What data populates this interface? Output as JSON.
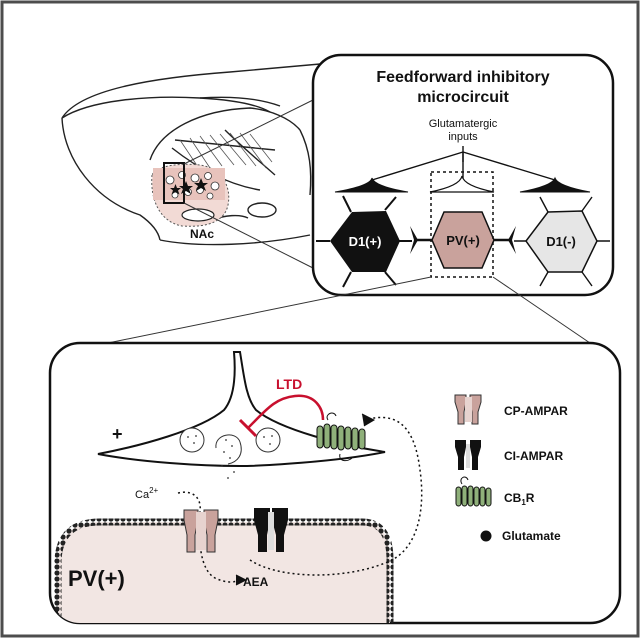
{
  "brain": {
    "nac_label": "NAc"
  },
  "microcircuit": {
    "title_line1": "Feedforward inhibitory",
    "title_line2": "microcircuit",
    "inputs_line1": "Glutamatergic",
    "inputs_line2": "inputs",
    "d1_pos": "D1(+)",
    "pv_pos": "PV(+)",
    "d1_neg": "D1(-)"
  },
  "synapse": {
    "ltd": "LTD",
    "plus": "+",
    "ca": "Ca",
    "ca_sup": "2+",
    "aea": "AEA",
    "pv_cell": "PV(+)"
  },
  "legend": {
    "cp_ampar": "CP-AMPAR",
    "ci_ampar": "CI-AMPAR",
    "cb1r_main": "CB",
    "cb1r_sub": "1",
    "cb1r_end": "R",
    "glutamate": "Glutamate"
  },
  "colors": {
    "frame": "#4d4d4d",
    "pink_fill": "#c9a29c",
    "pink_light": "#f2e6e3",
    "nac_fill": "#e8c3bc",
    "green": "#8fb07a",
    "ltd_red": "#c8102e",
    "d1_neg_fill": "#e6e6e6"
  }
}
